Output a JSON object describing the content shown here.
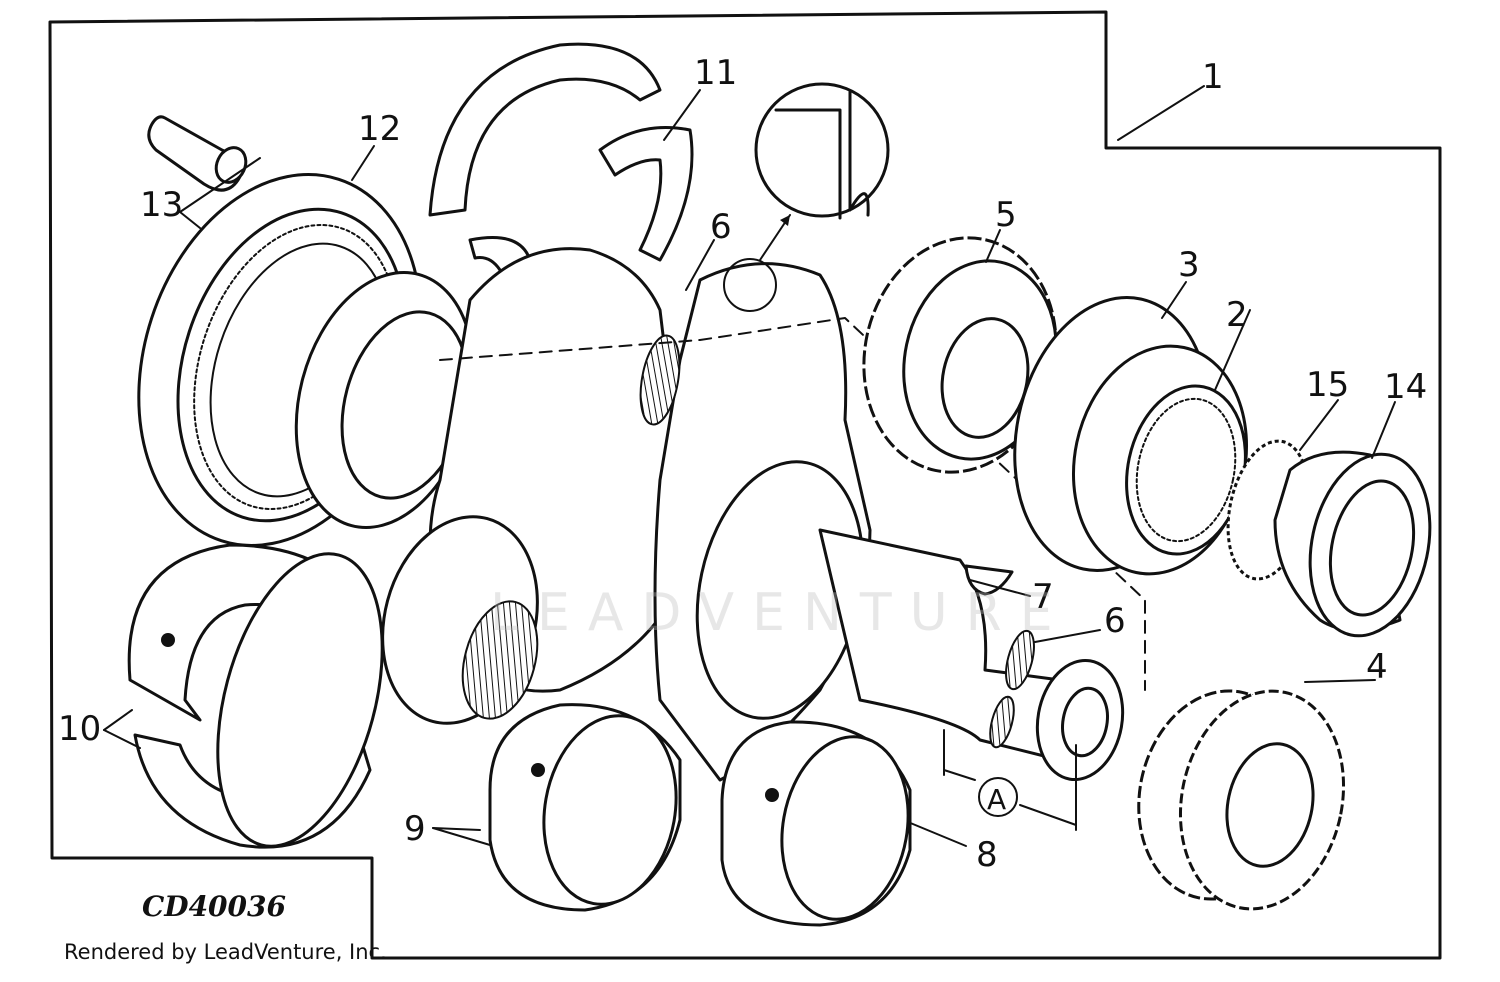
{
  "figure": {
    "id": "CD40036",
    "credit": "Rendered by LeadVenture, Inc.",
    "watermark": "LEADVENTURE"
  },
  "callouts": {
    "c1": "1",
    "c2": "2",
    "c3": "3",
    "c4": "4",
    "c5": "5",
    "c6a": "6",
    "c6b": "6",
    "c7": "7",
    "c8": "8",
    "c9": "9",
    "c10": "10",
    "c11": "11",
    "c12": "12",
    "c13": "13",
    "c14": "14",
    "c15": "15",
    "dimA": "A"
  }
}
